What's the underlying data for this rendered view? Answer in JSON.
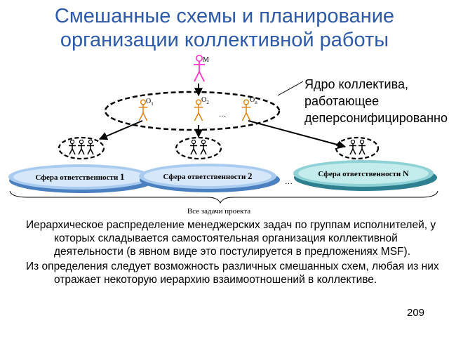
{
  "title": {
    "line1": "Смешанные схемы и планирование",
    "line2": "организации коллективной работы"
  },
  "diagram": {
    "manager_label": "M",
    "nucleus_labels": [
      "O",
      "O",
      "O"
    ],
    "nucleus_subscripts": [
      "1",
      "2",
      "n"
    ],
    "nucleus_ellipsis": "…",
    "core_label": "Ядро коллектива, работающее деперсонифицированно",
    "spheres": [
      {
        "prefix": "Сфера ответственности ",
        "num": "1",
        "color": "#4a90d9"
      },
      {
        "prefix": "Сфера ответственности ",
        "num": "2",
        "color": "#4a90d9"
      },
      {
        "prefix": "Сфера ответственности ",
        "num": "N",
        "color": "#3aa8a8"
      }
    ],
    "spheres_ellipsis": "…",
    "all_tasks_label": "Все задачи проекта",
    "colors": {
      "figure": "#e07b00",
      "manager": "#ff33cc",
      "title": "#2d5aa8"
    }
  },
  "body": {
    "para1": "Иерархическое распределение менеджерских задач по группам исполнителей, у которых складывается самостоятельная организация коллективной деятельности (в явном виде это постулируется в предложениях MSF).",
    "para2": "Из определения следует возможность различных смешанных схем, любая из них  отражает некоторую иерархию взаимоотношений в коллективе."
  },
  "page_number": "209"
}
